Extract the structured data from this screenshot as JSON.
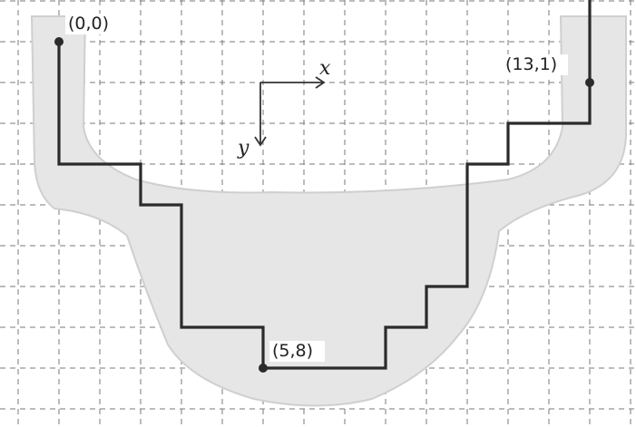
{
  "diagram": {
    "axes": {
      "x_label": "x",
      "y_label": "y"
    },
    "path_points": [
      [
        0,
        0
      ],
      [
        0,
        3
      ],
      [
        2,
        3
      ],
      [
        2,
        4
      ],
      [
        3,
        4
      ],
      [
        3,
        7
      ],
      [
        5,
        7
      ],
      [
        5,
        8
      ],
      [
        8,
        8
      ],
      [
        8,
        7
      ],
      [
        9,
        7
      ],
      [
        9,
        6
      ],
      [
        10,
        6
      ],
      [
        10,
        3
      ],
      [
        11,
        3
      ],
      [
        11,
        2
      ],
      [
        13,
        2
      ],
      [
        13,
        -1
      ]
    ],
    "marked_points": [
      {
        "x": 0,
        "y": 0,
        "label": "(0,0)"
      },
      {
        "x": 5,
        "y": 8,
        "label": "(5,8)"
      },
      {
        "x": 13,
        "y": 1,
        "label": "(13,1)"
      }
    ]
  }
}
